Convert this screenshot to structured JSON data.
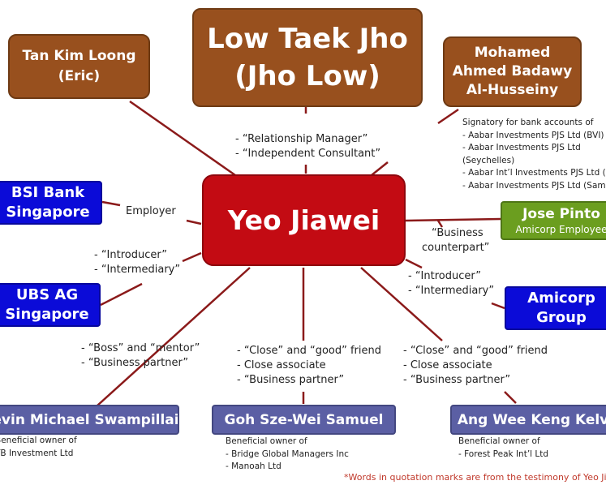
{
  "center": {
    "name": "Yeo Jiawei"
  },
  "nodes": {
    "jho_low": {
      "line1": "Low Taek Jho",
      "line2": "(Jho Low)"
    },
    "tan_kim_loong": {
      "line1": "Tan Kim Loong",
      "line2": "(Eric)"
    },
    "mohamed": {
      "line1": "Mohamed",
      "line2": "Ahmed Badawy",
      "line3": "Al-Husseiny"
    },
    "bsi": {
      "line1": "BSI Bank",
      "line2": "Singapore"
    },
    "ubs": {
      "line1": "UBS AG",
      "line2": "Singapore"
    },
    "jose_pinto": {
      "line1": "Jose Pinto",
      "line2": "Amicorp Employee"
    },
    "amicorp": {
      "line1": "Amicorp",
      "line2": "Group"
    },
    "kevin": {
      "name": "evin Michael Swampillai"
    },
    "goh": {
      "name": "Goh Sze-Wei Samuel"
    },
    "ang": {
      "name": "Ang Wee Keng Kelvi"
    }
  },
  "labels": {
    "jho_low_rel": [
      "- “Relationship Manager”",
      "- “Independent Consultant”"
    ],
    "bsi_rel": "Employer",
    "ubs_rel": [
      "- “Introducer”",
      "- “Intermediary”"
    ],
    "jose_rel": [
      "“Business",
      "counterpart”"
    ],
    "amicorp_rel": [
      "- “Introducer”",
      "- “Intermediary”"
    ],
    "kevin_rel": [
      "- “Boss” and “mentor”",
      "- “Business partner”"
    ],
    "goh_rel": [
      "- “Close” and “good” friend",
      "- Close associate",
      "- “Business partner”"
    ],
    "ang_rel": [
      "- “Close” and “good” friend",
      "- Close associate",
      "- “Business partner”"
    ]
  },
  "notes": {
    "mohamed_signatory": [
      "Signatory for bank accounts of",
      "- Aabar Investments PJS Ltd (BVI)",
      "- Aabar Investments PJS Ltd",
      "(Seychelles)",
      "- Aabar Int’l Investments PJS Ltd (",
      "- Aabar Investments PJS Ltd (Sam"
    ],
    "kevin_owner": [
      "Beneficial owner of",
      "TB Investment Ltd"
    ],
    "goh_owner": [
      "Beneficial owner of",
      "- Bridge Global Managers Inc",
      "- Manoah Ltd"
    ],
    "ang_owner": [
      "Beneficial owner of",
      "- Forest Peak Int’l Ltd"
    ]
  },
  "footnote": "*Words in quotation marks are from the testimony of Yeo Jia",
  "colors": {
    "line": "#8b1a1a",
    "brown": "#98501e",
    "red": "#c30b13",
    "blue": "#0b0bd8",
    "green": "#6b9e1f",
    "lavender": "#5b5fa4",
    "footnote": "#c0392b"
  }
}
